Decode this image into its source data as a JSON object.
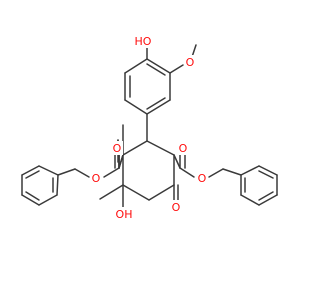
{
  "colors": {
    "bond": "#3a3a3a",
    "oxygen": "#ff0d0d",
    "background": "#ffffff"
  },
  "atoms": [
    {
      "id": "phenol-oh",
      "text": "HO",
      "element": "O"
    },
    {
      "id": "methoxy-o",
      "text": "O",
      "element": "O"
    },
    {
      "id": "left-carbonyl-o",
      "text": "O",
      "element": "O"
    },
    {
      "id": "left-ester-o",
      "text": "O",
      "element": "O"
    },
    {
      "id": "right-carbonyl-o",
      "text": "O",
      "element": "O"
    },
    {
      "id": "right-ester-o",
      "text": "O",
      "element": "O"
    },
    {
      "id": "hydroxyl-oh",
      "text": "OH",
      "element": "O"
    },
    {
      "id": "ketone-o",
      "text": "O",
      "element": "O"
    }
  ]
}
